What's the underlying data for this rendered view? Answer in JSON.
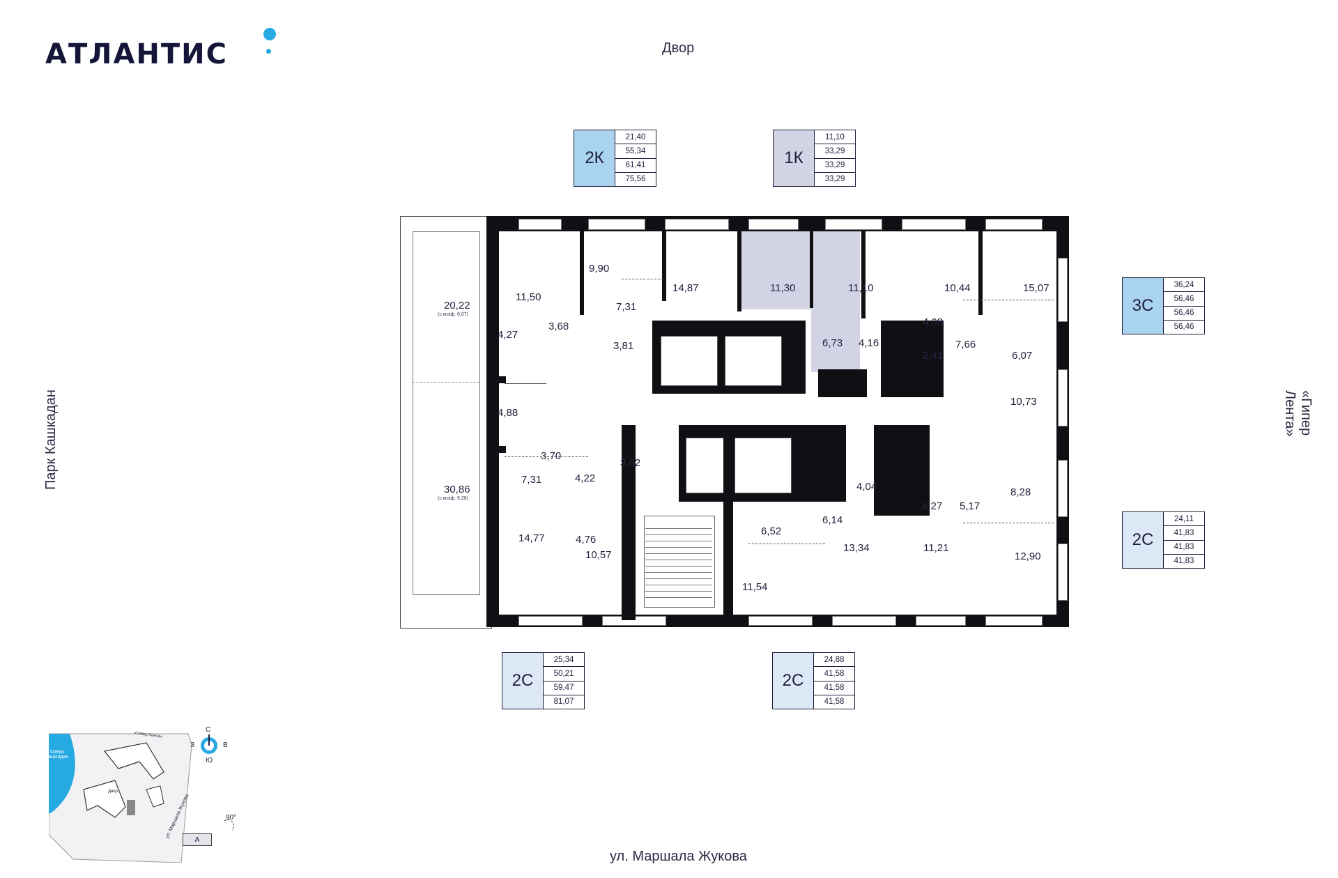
{
  "brand": {
    "name": "АТЛАНТИС"
  },
  "streets": {
    "top": "Двор",
    "bottom": "ул. Маршала Жукова",
    "left": "Парк Кашкадан",
    "right": "«Гипер Лента»"
  },
  "apartments": [
    {
      "code": "2К",
      "color": "#a9d3ef",
      "values": [
        "21,40",
        "55,34",
        "61,41",
        "75,56"
      ]
    },
    {
      "code": "1К",
      "color": "#d2d3e5",
      "values": [
        "11,10",
        "33,29",
        "33,29",
        "33,29"
      ]
    },
    {
      "code": "3С",
      "color": "#a9d3ef",
      "values": [
        "36,24",
        "56,46",
        "56,46",
        "56,46"
      ]
    },
    {
      "code": "2С",
      "color": "#dde8f6",
      "values": [
        "24,11",
        "41,83",
        "41,83",
        "41,83"
      ]
    },
    {
      "code": "2С",
      "color": "#dde8f6",
      "values": [
        "25,34",
        "50,21",
        "59,47",
        "81,07"
      ]
    },
    {
      "code": "2С",
      "color": "#dde8f6",
      "values": [
        "24,88",
        "41,58",
        "41,58",
        "41,58"
      ]
    }
  ],
  "rooms": [
    "20,22",
    "11,50",
    "9,90",
    "14,87",
    "11,30",
    "11,10",
    "10,44",
    "15,07",
    "4,27",
    "3,68",
    "7,31",
    "3,81",
    "6,73",
    "4,16",
    "4,08",
    "2,41",
    "7,66",
    "6,07",
    "10,73",
    "4,88",
    "3,70",
    "3,62",
    "4,22",
    "7,31",
    "4,04",
    "4,27",
    "5,17",
    "8,28",
    "30,86",
    "14,77",
    "4,76",
    "6,52",
    "6,14",
    "11,21",
    "12,90",
    "10,57",
    "13,34",
    "11,54"
  ],
  "terrace_notes": [
    "(с коэф. 6,07)",
    "(с коэф. 9,26)"
  ],
  "minimap": {
    "lake": "Озеро Кашкадан",
    "top_label": "«Гипер Лента»",
    "yard": "Двор",
    "street": "ул. Маршала Жукова",
    "directions": {
      "n": "С",
      "s": "Ю",
      "w": "З",
      "e": "В"
    },
    "rotation": "90°",
    "section": "А",
    "highlight_color": "#27a9e1"
  }
}
